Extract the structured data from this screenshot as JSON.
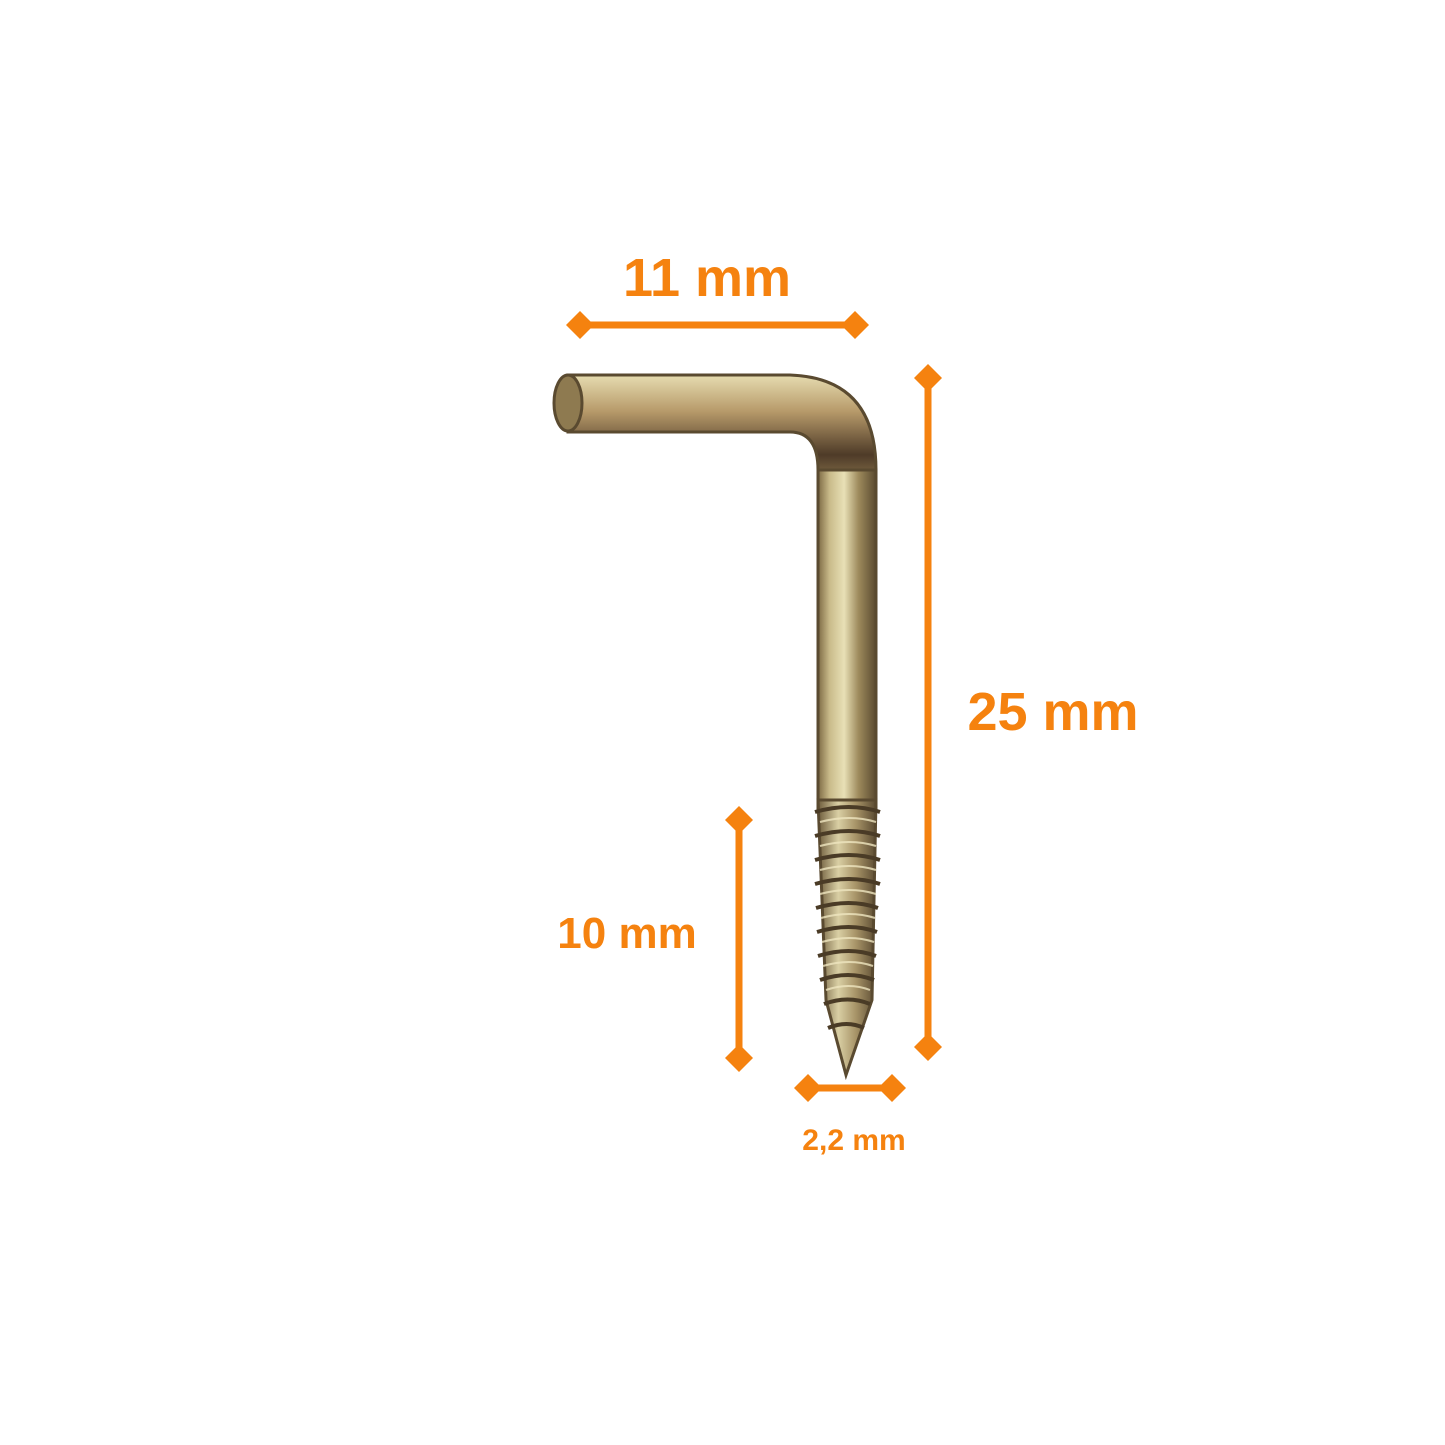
{
  "colors": {
    "background": "#ffffff",
    "dimension_accent": "#f5820f",
    "metal_base": "#b8a070",
    "metal_dark": "#6e5a3a",
    "metal_highlight": "#e6dcb0"
  },
  "dimensions": {
    "hook_width": "11 mm",
    "total_length": "25 mm",
    "thread_length": "10 mm",
    "diameter": "2,2 mm"
  }
}
